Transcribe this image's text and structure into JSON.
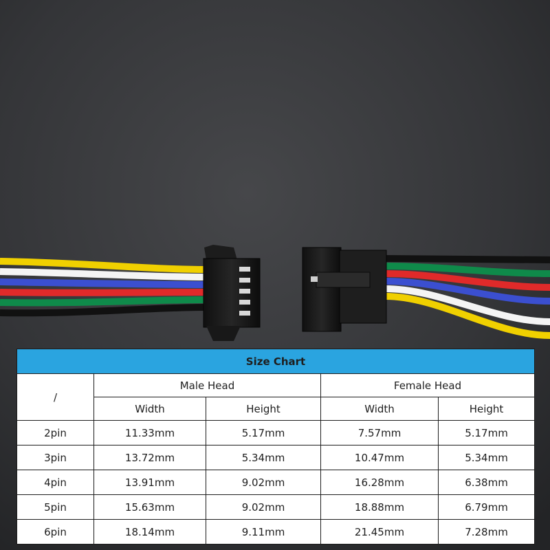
{
  "photo": {
    "wire_colors": [
      "#f0d000",
      "#f4f4f4",
      "#3b4fd0",
      "#e02a2a",
      "#0f8a4a",
      "#111111"
    ],
    "background": "#2f3033",
    "connector_color": "#1a1a1a"
  },
  "size_chart": {
    "title": "Size Chart",
    "corner": "/",
    "groups": [
      "Male Head",
      "Female Head"
    ],
    "subheaders": [
      "Width",
      "Height",
      "Width",
      "Height"
    ],
    "rows": [
      {
        "label": "2pin",
        "values": [
          "11.33mm",
          "5.17mm",
          "7.57mm",
          "5.17mm"
        ]
      },
      {
        "label": "3pin",
        "values": [
          "13.72mm",
          "5.34mm",
          "10.47mm",
          "5.34mm"
        ]
      },
      {
        "label": "4pin",
        "values": [
          "13.91mm",
          "9.02mm",
          "16.28mm",
          "6.38mm"
        ]
      },
      {
        "label": "5pin",
        "values": [
          "15.63mm",
          "9.02mm",
          "18.88mm",
          "6.79mm"
        ]
      },
      {
        "label": "6pin",
        "values": [
          "18.14mm",
          "9.11mm",
          "21.45mm",
          "7.28mm"
        ]
      }
    ],
    "title_bg": "#2aa4e0"
  }
}
